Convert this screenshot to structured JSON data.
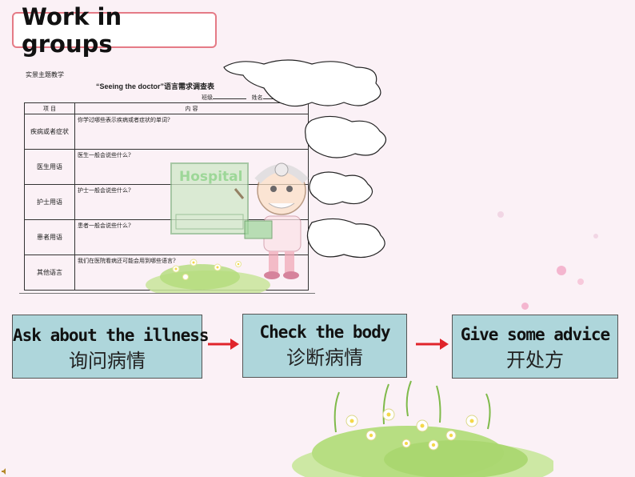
{
  "slide_title": "Work in groups",
  "survey": {
    "label": "实景主题教学",
    "title": "“Seeing the doctor”语言需求调查表",
    "class_label": "班级",
    "name_label": "姓名",
    "headers": [
      "项 目",
      "内 容"
    ],
    "rows": [
      {
        "category": "疾病或者症状",
        "question": "你学过哪些表示疾病或者症状的单词?"
      },
      {
        "category": "医生用语",
        "question": "医生一般会说些什么?"
      },
      {
        "category": "护士用语",
        "question": "护士一般会说些什么?"
      },
      {
        "category": "患者用语",
        "question": "患者一般会说些什么?"
      },
      {
        "category": "其他语言",
        "question": "我们在医院看病还可能会用到哪些语言?"
      }
    ]
  },
  "illustration": {
    "board_text": "Hospital"
  },
  "steps": [
    {
      "en": "Ask about the illness",
      "cn": "询问病情"
    },
    {
      "en": "Check the body",
      "cn": "诊断病情"
    },
    {
      "en": "Give some advice",
      "cn": "开处方"
    }
  ],
  "colors": {
    "step_box": "#aed6db",
    "arrow": "#e0242b",
    "title_border": "#e57b86",
    "background": "#fbf1f6"
  }
}
